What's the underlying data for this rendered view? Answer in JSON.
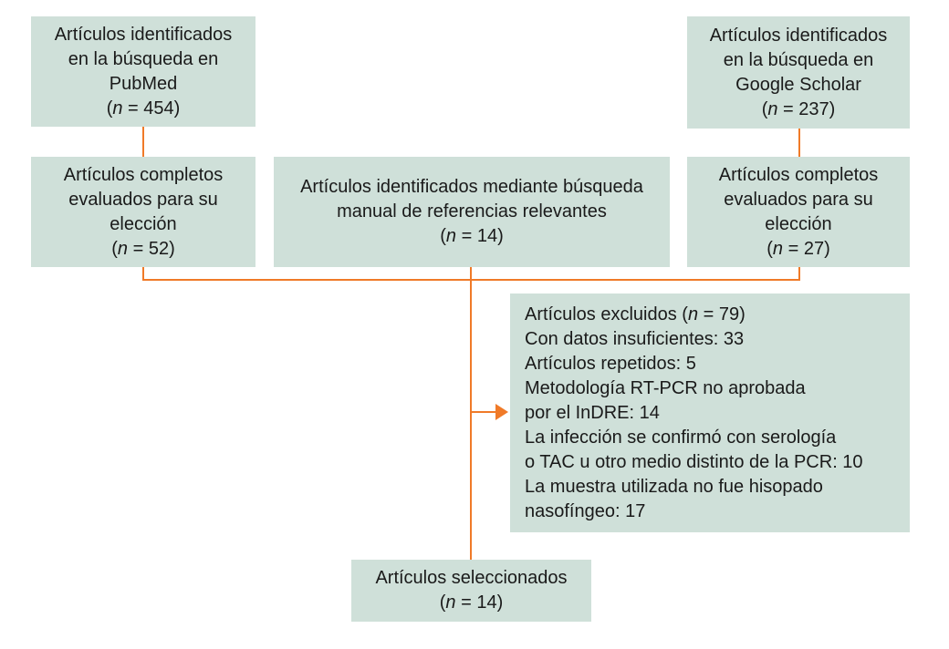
{
  "colors": {
    "box_fill": "#cfe0d9",
    "connector": "#f07a28",
    "text": "#1a1a1a"
  },
  "boxes": {
    "pubmed": {
      "lines": [
        "Artículos identificados",
        "en la búsqueda en",
        "PubMed"
      ],
      "n_prefix": "(",
      "n_var": "n",
      "n_suffix": " = 454)"
    },
    "scholar": {
      "lines": [
        "Artículos identificados",
        "en la búsqueda en",
        "Google Scholar"
      ],
      "n_prefix": "(",
      "n_var": "n",
      "n_suffix": " = 237)"
    },
    "full_left": {
      "lines": [
        "Artículos completos",
        "evaluados para su",
        "elección"
      ],
      "n_prefix": "(",
      "n_var": "n",
      "n_suffix": " = 52)"
    },
    "manual": {
      "lines": [
        "Artículos identificados mediante búsqueda",
        "manual de referencias relevantes"
      ],
      "n_prefix": "(",
      "n_var": "n",
      "n_suffix": " = 14)"
    },
    "full_right": {
      "lines": [
        "Artículos completos",
        "evaluados para su",
        "elección"
      ],
      "n_prefix": "(",
      "n_var": "n",
      "n_suffix": " = 27)"
    },
    "excluded": {
      "title_prefix": "Artículos excluidos (",
      "title_var": "n",
      "title_suffix": " = 79)",
      "lines": [
        "Con datos insuficientes: 33",
        "Artículos repetidos: 5",
        "Metodología RT-PCR no aprobada",
        "por el InDRE: 14",
        "La infección se confirmó con serología",
        "o TAC u otro medio distinto de la PCR: 10",
        "La muestra utilizada no fue hisopado",
        "nasofíngeo: 17"
      ]
    },
    "selected": {
      "lines": [
        "Artículos seleccionados"
      ],
      "n_prefix": "(",
      "n_var": "n",
      "n_suffix": " = 14)"
    }
  }
}
